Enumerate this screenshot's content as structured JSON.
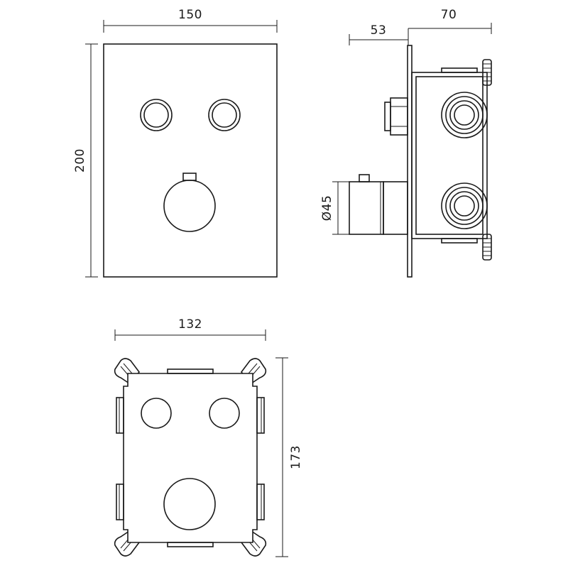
{
  "dimensions": {
    "front_width": "150",
    "front_height": "200",
    "side_depth_front": "53",
    "side_depth_rear": "70",
    "knob_diameter": "Ø45",
    "box_width": "132",
    "box_height": "173"
  },
  "colors": {
    "line": "#1a1a1a",
    "background": "#ffffff"
  }
}
